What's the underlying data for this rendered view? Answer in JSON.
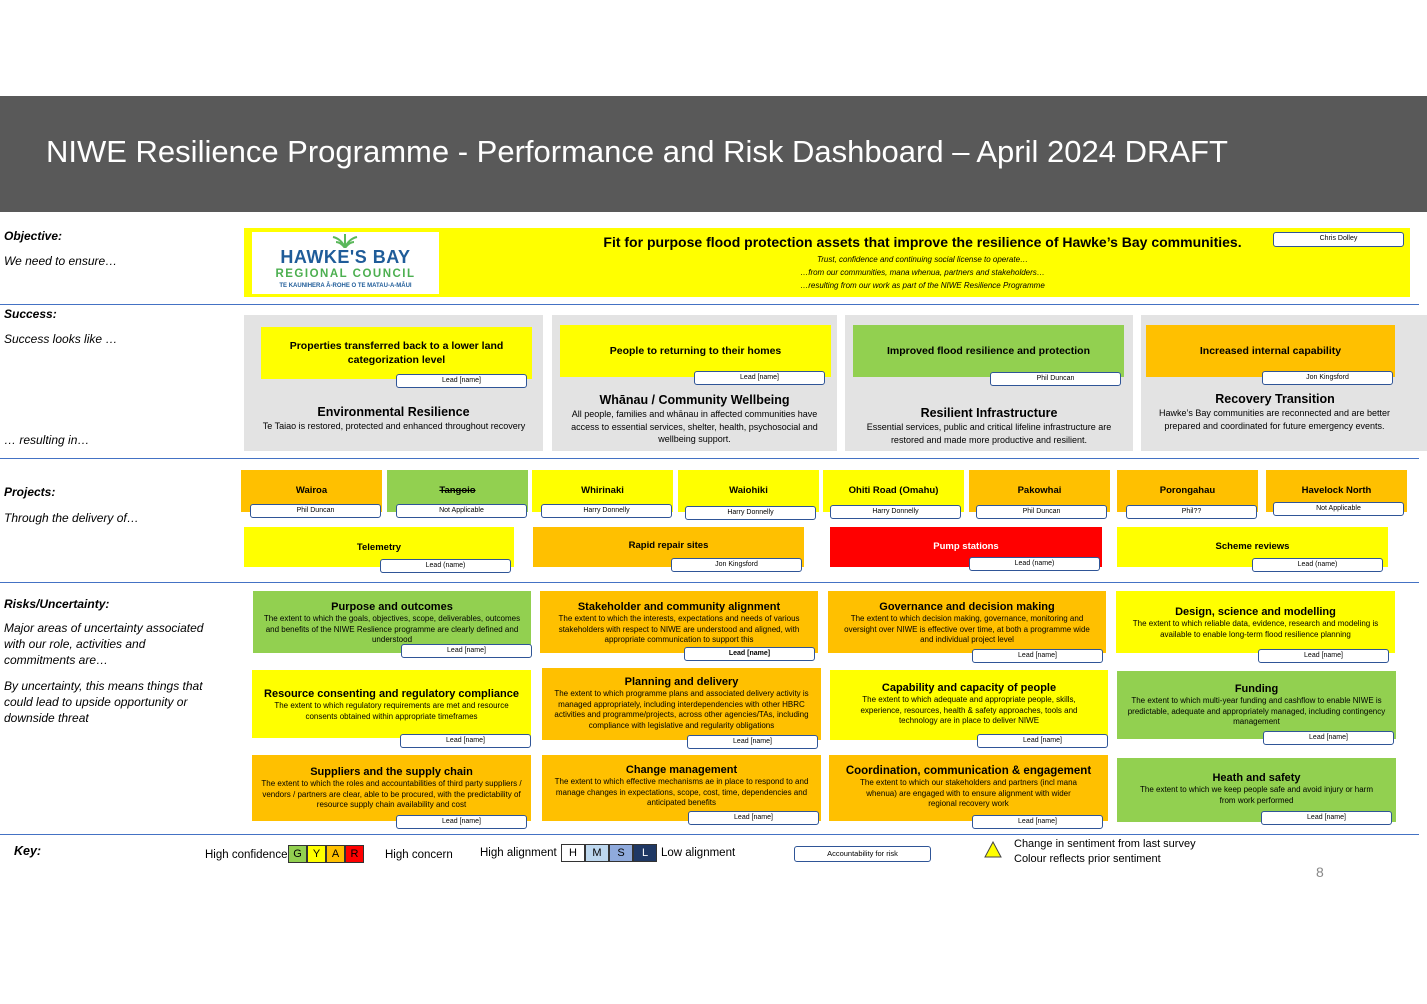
{
  "title": "NIWE Resilience Programme - Performance and Risk Dashboard – April 2024 DRAFT",
  "objective": {
    "label": "Objective:",
    "sub": "We need to ensure…",
    "logo_main": "HAWKE'S BAY",
    "logo_sub": "REGIONAL COUNCIL",
    "logo_tag": "TE KAUNIHERA Ā-ROHE O TE MATAU-A-MĀUI",
    "headline": "Fit for purpose flood protection assets that improve the resilience of Hawke’s Bay communities.",
    "line1": "Trust, confidence and continuing social license to operate…",
    "line2": "…from our communities, mana whenua, partners and stakeholders…",
    "line3": "…resulting from our work as part of the NIWE Resilience Programme",
    "owner": "Chris Dolley"
  },
  "success": {
    "label": "Success:",
    "sub": "Success looks like …",
    "resulting": "… resulting in…",
    "cards": [
      {
        "outcome": "Properties transferred back to a lower land categorization level",
        "lead": "Lead [name]",
        "heading": "Environmental Resilience",
        "desc": "Te Taiao is restored, protected and enhanced throughout recovery"
      },
      {
        "outcome": "People to returning to their homes",
        "lead": "Lead [name]",
        "heading": "Whānau / Community Wellbeing",
        "desc": "All people, families and whānau in affected communities have access to essential services, shelter, health, psychosocial and wellbeing support."
      },
      {
        "outcome": "Improved flood resilience and protection",
        "lead": "Phil Duncan",
        "heading": "Resilient Infrastructure",
        "desc": "Essential services, public and critical lifeline infrastructure are restored and made more productive and resilient."
      },
      {
        "outcome": "Increased internal capability",
        "lead": "Jon Kingsford",
        "heading": "Recovery Transition",
        "desc": "Hawke’s Bay communities are reconnected and are better prepared and coordinated for future emergency events."
      }
    ]
  },
  "projects": {
    "label": "Projects:",
    "sub": "Through the delivery of…",
    "row1": [
      {
        "name": "Wairoa",
        "lead": "Phil Duncan"
      },
      {
        "name": "Tangoio",
        "lead": "Not Applicable"
      },
      {
        "name": "Whirinaki",
        "lead": "Harry Donnelly"
      },
      {
        "name": "Waiohiki",
        "lead": "Harry Donnelly"
      },
      {
        "name": "Ohiti Road (Omahu)",
        "lead": "Harry Donnelly"
      },
      {
        "name": "Pakowhai",
        "lead": "Phil Duncan"
      },
      {
        "name": "Porongahau",
        "lead": "Phil??"
      },
      {
        "name": "Havelock North",
        "lead": "Not Applicable"
      }
    ],
    "row2": [
      {
        "name": "Telemetry",
        "lead": "Lead (name)"
      },
      {
        "name": "Rapid repair sites",
        "lead": "Jon Kingsford"
      },
      {
        "name": "Pump stations",
        "lead": "Lead (name)"
      },
      {
        "name": "Scheme reviews",
        "lead": "Lead (name)"
      }
    ]
  },
  "risks": {
    "label": "Risks/Uncertainty:",
    "sub1": "Major areas of uncertainty associated with our role, activities and commitments are…",
    "sub2": "By uncertainty, this means things that could lead to upside opportunity or downside threat",
    "items": [
      {
        "title": "Purpose and outcomes",
        "desc": "The extent to which the goals, objectives, scope, deliverables, outcomes and benefits of the NIWE Reslience programme are clearly defined and understood",
        "lead": "Lead [name]"
      },
      {
        "title": "Stakeholder and community alignment",
        "desc": "The extent to which the interests, expectations and needs of various stakeholders with respect to NIWE are understood and aligned, with appropriate communication to support this",
        "lead": "Lead [name]"
      },
      {
        "title": "Governance and decision making",
        "desc": "The extent to which decision making, governance, monitoring and oversight over NIWE is effective over time, at both a programme wide and individual project level",
        "lead": "Lead [name]"
      },
      {
        "title": "Design, science and modelling",
        "desc": "The extent to which reliable data, evidence, research and modeling is available to enable long-term flood resilience planning",
        "lead": "Lead [name]"
      },
      {
        "title": "Resource consenting and regulatory compliance",
        "desc": "The extent to which regulatory requirements are met and resource consents obtained within appropriate timeframes",
        "lead": "Lead [name]"
      },
      {
        "title": "Planning and delivery",
        "desc": "The extent to which programme plans and associated delivery activity is managed appropriately, including interdependencies with other HBRC activities and programme/projects, across other agencies/TAs, including compliance with legislative and regularity obligations",
        "lead": "Lead [name]"
      },
      {
        "title": "Capability and capacity of people",
        "desc": "The extent to which adequate and appropriate people, skills, experience, resources, health & safety approaches, tools and technology are in place to deliver NIWE",
        "lead": "Lead [name]"
      },
      {
        "title": "Funding",
        "desc": "The extent to which multi-year funding and cashflow to enable NIWE is predictable, adequate and appropriately managed, including contingency management",
        "lead": "Lead [name]"
      },
      {
        "title": "Suppliers and the supply chain",
        "desc": "The extent to which the roles and accountabilities of third party suppliers / vendors / partners are clear, able to be procured, with the predictability of resource supply chain availability and cost",
        "lead": "Lead [name]"
      },
      {
        "title": "Change management",
        "desc": "The extent to which effective mechanisms ae in place to respond to and manage changes in expectations, scope, cost, time, dependencies and anticipated benefits",
        "lead": "Lead [name]"
      },
      {
        "title": "Coordination, communication & engagement",
        "desc": "The extent to which our stakeholders and partners (incl mana whenua) are engaged with to ensure alignment with wider regional recovery work",
        "lead": "Lead [name]"
      },
      {
        "title": "Heath and safety",
        "desc": "The extent to which we keep people safe and avoid injury or harm from work performed",
        "lead": "Lead [name]"
      }
    ]
  },
  "key": {
    "label": "Key:",
    "high_conf": "High confidence",
    "high_concern": "High concern",
    "gyar": [
      "G",
      "Y",
      "A",
      "R"
    ],
    "high_align": "High alignment",
    "low_align": "Low alignment",
    "hmsl": [
      "H",
      "M",
      "S",
      "L"
    ],
    "accountability": "Accountability for risk",
    "change1": "Change in sentiment from last survey",
    "change2": "Colour reflects prior sentiment"
  },
  "page_number": "8",
  "colors": {
    "banner": "#595959",
    "yellow": "#ffff00",
    "amber": "#ffc000",
    "green": "#92d050",
    "red": "#ff0000",
    "navy": "#1f3864",
    "divider": "#4472c4"
  }
}
